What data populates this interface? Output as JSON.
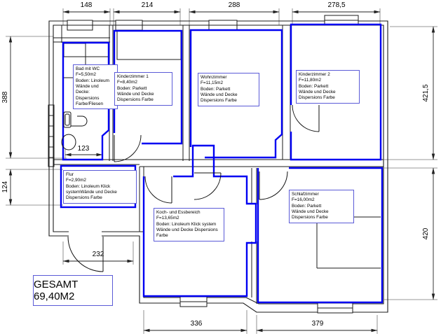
{
  "drawing": {
    "type": "apartment-floor-plan",
    "room_outline_color": "#0000f2",
    "label_border_color": "#5b5bd7",
    "wall_color": "#1b1b1b"
  },
  "rooms": [
    {
      "id": "bad",
      "text": "Bad mit WC\nF=5,50m2\nBoden: Linoleum\nWände und\nDecke:\nDispersions\nFarbe/Fliesen"
    },
    {
      "id": "kinderzimmer1",
      "text": "Kinderzimmer 1\nF=8,40m2\nBoden: Parkett\nWände und Decke\nDispersions Farbe"
    },
    {
      "id": "wohnzimmer",
      "text": "Wohnzimmer\nF=11,15m2\nBoden: Parkett\nWände und Decke\nDispersions Farbe"
    },
    {
      "id": "kinderzimmer2",
      "text": "Kinderzimmer 2\nF=11,80m2\nBoden: Parkett\nWände und Decke\nDispersions Farbe"
    },
    {
      "id": "flur",
      "text": "Flur\nF=2,90m2\nBoden: Linoleum Klick\nsystemWände und Decke\nDispersions Farbe"
    },
    {
      "id": "koch",
      "text": "Koch- und Essbereich\nF=13,65m2\nBoden: Linoleum Klick system\nWände und Decke Dispersions\nFarbe"
    },
    {
      "id": "schlafzimmer",
      "text": "Schlafzimmer\nF=16,00m2\nBoden: Parkett\nWände und Decke\nDispersions Farbe"
    }
  ],
  "dimensions": {
    "top": [
      "148",
      "214",
      "288",
      "278,5"
    ],
    "left": [
      "388",
      "124"
    ],
    "right": [
      "421,5",
      "420"
    ],
    "bottom": [
      "336",
      "379"
    ],
    "inner": [
      "123",
      "232"
    ]
  },
  "total": {
    "text": "GESAMT 69,40M2"
  }
}
